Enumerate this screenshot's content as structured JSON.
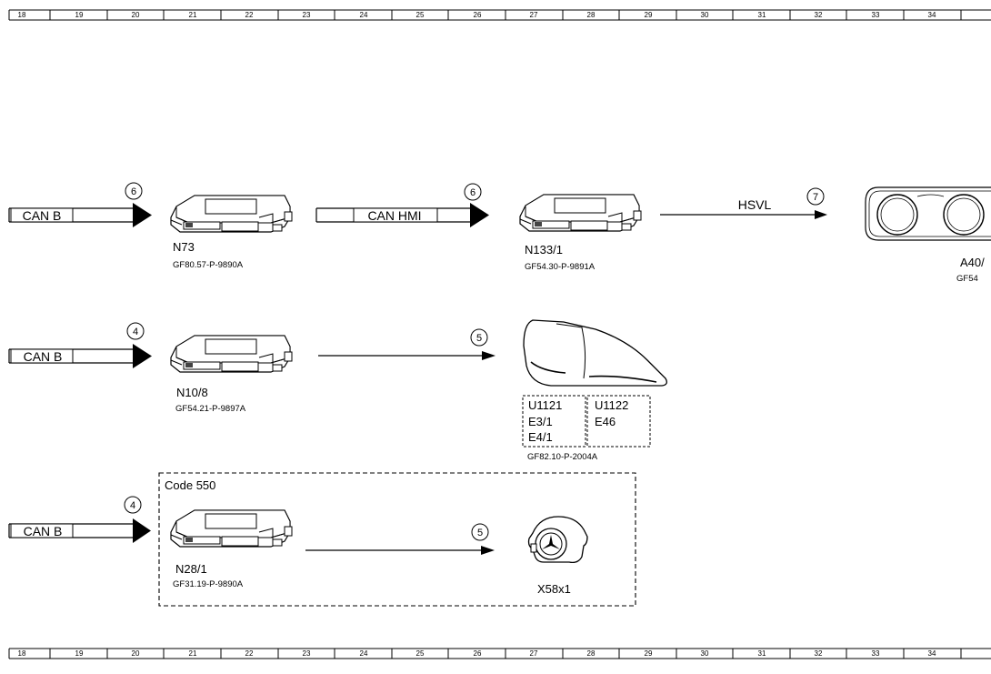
{
  "ruler": {
    "columns": [
      "18",
      "19",
      "20",
      "21",
      "22",
      "23",
      "24",
      "25",
      "26",
      "27",
      "28",
      "29",
      "30",
      "31",
      "32",
      "33",
      "34"
    ]
  },
  "rows": [
    {
      "bus_label": "CAN B",
      "badge": "6",
      "module_name": "N73",
      "module_doc": "GF80.57-P-9890A",
      "second_bus_label": "CAN HMI",
      "second_badge": "6",
      "target_name": "N133/1",
      "target_doc": "GF54.30-P-9891A",
      "third_bus_label": "HSVL",
      "third_badge": "7",
      "end_name": "A40/",
      "end_doc": "GF54"
    },
    {
      "bus_label": "CAN B",
      "badge": "4",
      "module_name": "N10/8",
      "module_doc": "GF54.21-P-9897A",
      "second_badge": "5",
      "lamp_codes_left": [
        "U1121",
        "E3/1",
        "E4/1"
      ],
      "lamp_codes_right": [
        "U1122",
        "E46"
      ],
      "lamp_doc": "GF82.10-P-2004A"
    },
    {
      "bus_label": "CAN B",
      "badge": "4",
      "frame_label": "Code 550",
      "module_name": "N28/1",
      "module_doc": "GF31.19-P-9890A",
      "second_badge": "5",
      "socket_name": "X58x1"
    }
  ]
}
